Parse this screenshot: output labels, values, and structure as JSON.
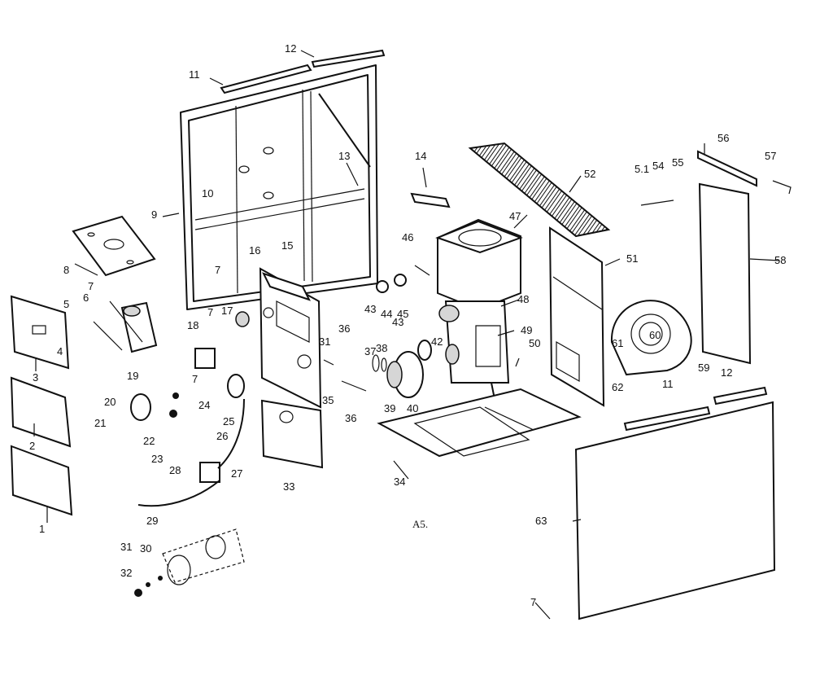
{
  "caption": "A5.",
  "labels": [
    {
      "id": "1",
      "text": "1"
    },
    {
      "id": "2",
      "text": "2"
    },
    {
      "id": "3",
      "text": "3"
    },
    {
      "id": "4",
      "text": "4"
    },
    {
      "id": "5",
      "text": "5"
    },
    {
      "id": "6",
      "text": "6"
    },
    {
      "id": "7a",
      "text": "7"
    },
    {
      "id": "7b",
      "text": "7"
    },
    {
      "id": "7c",
      "text": "7"
    },
    {
      "id": "7d",
      "text": "7"
    },
    {
      "id": "7e",
      "text": "7"
    },
    {
      "id": "8",
      "text": "8"
    },
    {
      "id": "9",
      "text": "9"
    },
    {
      "id": "10",
      "text": "10"
    },
    {
      "id": "11a",
      "text": "11"
    },
    {
      "id": "11b",
      "text": "11"
    },
    {
      "id": "12a",
      "text": "12"
    },
    {
      "id": "12b",
      "text": "12"
    },
    {
      "id": "13",
      "text": "13"
    },
    {
      "id": "14",
      "text": "14"
    },
    {
      "id": "15",
      "text": "15"
    },
    {
      "id": "16",
      "text": "16"
    },
    {
      "id": "17",
      "text": "17"
    },
    {
      "id": "18",
      "text": "18"
    },
    {
      "id": "19",
      "text": "19"
    },
    {
      "id": "20",
      "text": "20"
    },
    {
      "id": "21",
      "text": "21"
    },
    {
      "id": "22",
      "text": "22"
    },
    {
      "id": "23",
      "text": "23"
    },
    {
      "id": "24",
      "text": "24"
    },
    {
      "id": "25",
      "text": "25"
    },
    {
      "id": "26",
      "text": "26"
    },
    {
      "id": "27",
      "text": "27"
    },
    {
      "id": "28",
      "text": "28"
    },
    {
      "id": "29",
      "text": "29"
    },
    {
      "id": "30",
      "text": "30"
    },
    {
      "id": "31a",
      "text": "31"
    },
    {
      "id": "31b",
      "text": "31"
    },
    {
      "id": "32",
      "text": "32"
    },
    {
      "id": "33",
      "text": "33"
    },
    {
      "id": "34",
      "text": "34"
    },
    {
      "id": "35",
      "text": "35"
    },
    {
      "id": "36a",
      "text": "36"
    },
    {
      "id": "36b",
      "text": "36"
    },
    {
      "id": "37",
      "text": "37"
    },
    {
      "id": "38",
      "text": "38"
    },
    {
      "id": "39",
      "text": "39"
    },
    {
      "id": "40",
      "text": "40"
    },
    {
      "id": "42",
      "text": "42"
    },
    {
      "id": "43a",
      "text": "43"
    },
    {
      "id": "43b",
      "text": "43"
    },
    {
      "id": "44",
      "text": "44"
    },
    {
      "id": "45",
      "text": "45"
    },
    {
      "id": "46",
      "text": "46"
    },
    {
      "id": "47",
      "text": "47"
    },
    {
      "id": "48",
      "text": "48"
    },
    {
      "id": "49",
      "text": "49"
    },
    {
      "id": "50",
      "text": "50"
    },
    {
      "id": "51",
      "text": "51"
    },
    {
      "id": "52",
      "text": "52"
    },
    {
      "id": "51s",
      "text": "5.1"
    },
    {
      "id": "54",
      "text": "54"
    },
    {
      "id": "55",
      "text": "55"
    },
    {
      "id": "56",
      "text": "56"
    },
    {
      "id": "57",
      "text": "57"
    },
    {
      "id": "58",
      "text": "58"
    },
    {
      "id": "59",
      "text": "59"
    },
    {
      "id": "60",
      "text": "60"
    },
    {
      "id": "61",
      "text": "61"
    },
    {
      "id": "62",
      "text": "62"
    },
    {
      "id": "63",
      "text": "63"
    }
  ]
}
